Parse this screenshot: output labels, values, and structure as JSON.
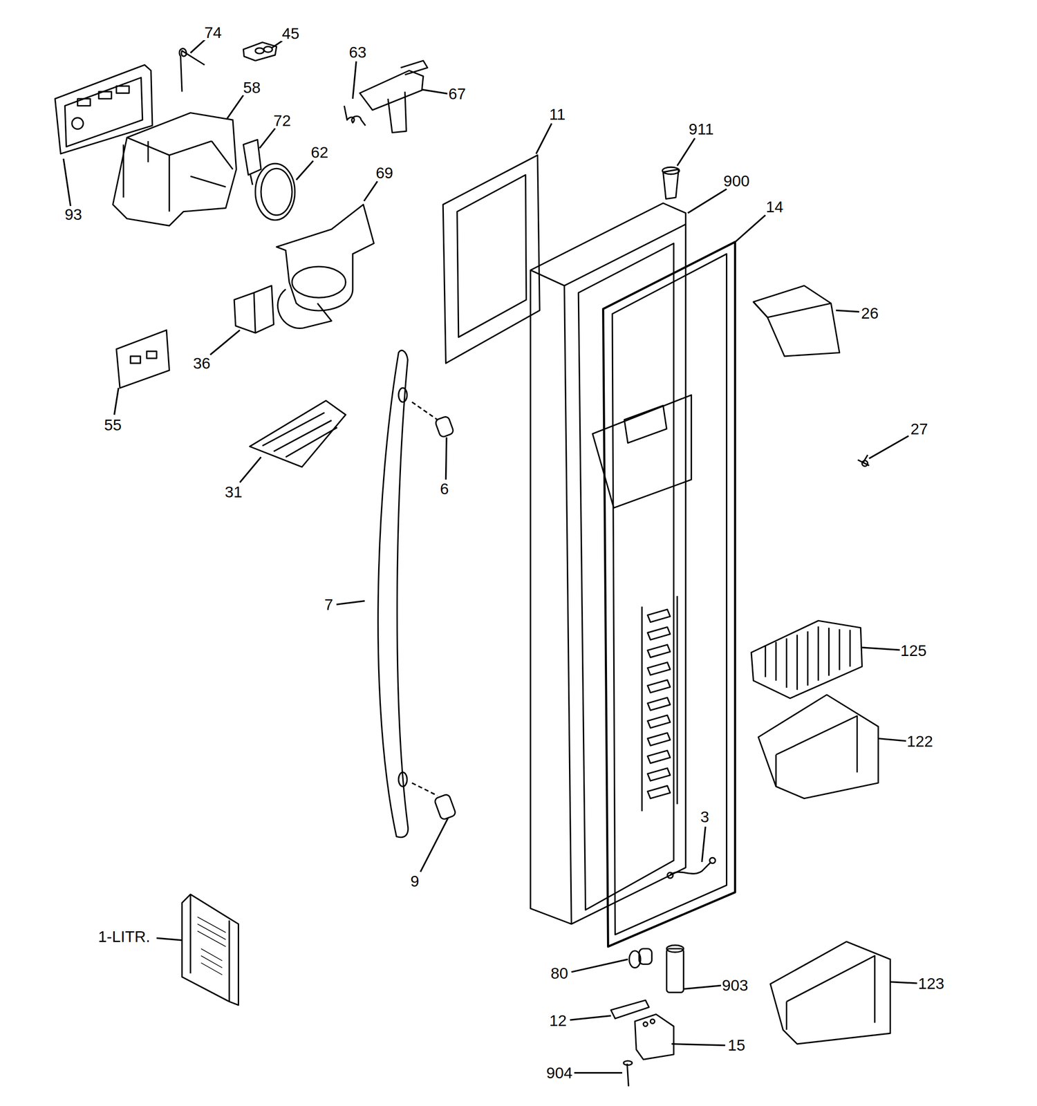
{
  "diagram": {
    "labels": [
      "74",
      "45",
      "63",
      "67",
      "58",
      "72",
      "93",
      "62",
      "69",
      "11",
      "911",
      "900",
      "14",
      "26",
      "36",
      "55",
      "27",
      "31",
      "6",
      "7",
      "125",
      "122",
      "3",
      "9",
      "1-LITR.",
      "80",
      "903",
      "12",
      "15",
      "123",
      "904"
    ]
  }
}
